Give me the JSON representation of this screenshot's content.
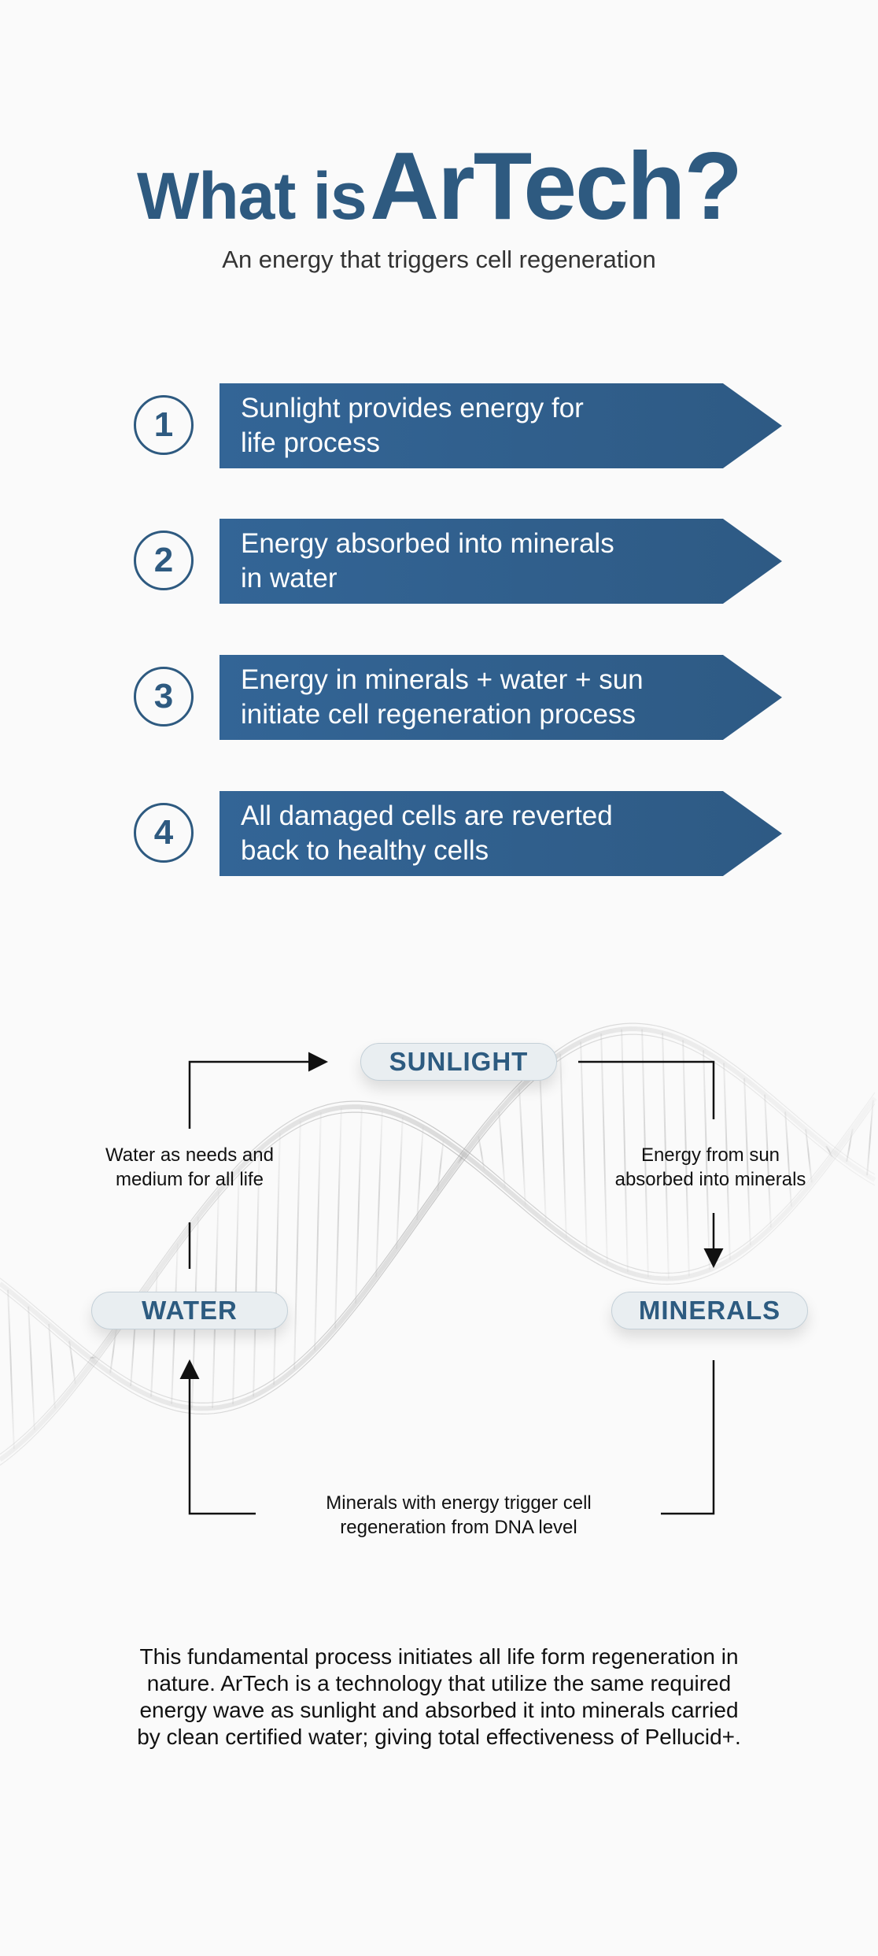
{
  "header": {
    "title_prefix": "What is",
    "title_brand": "ArTech?",
    "subtitle": "An energy that triggers cell regeneration"
  },
  "steps": [
    {
      "number": "1",
      "lines": [
        "Sunlight provides energy for",
        "life process"
      ]
    },
    {
      "number": "2",
      "lines": [
        "Energy absorbed into minerals",
        "in water"
      ]
    },
    {
      "number": "3",
      "lines": [
        "Energy in minerals + water + sun",
        "initiate cell regeneration process"
      ]
    },
    {
      "number": "4",
      "lines": [
        "All damaged cells are reverted",
        "back to healthy cells"
      ]
    }
  ],
  "diagram": {
    "nodes": {
      "sunlight": "SUNLIGHT",
      "water": "WATER",
      "minerals": "MINERALS"
    },
    "labels": {
      "water_to_sunlight": [
        "Water as needs and",
        "medium for all life"
      ],
      "sunlight_to_minerals": [
        "Energy from sun",
        "absorbed into minerals"
      ],
      "minerals_to_water": [
        "Minerals with energy trigger cell",
        "regeneration from DNA level"
      ]
    }
  },
  "footer": {
    "paragraph": [
      "This fundamental process initiates all life form regeneration in",
      "nature. ArTech is a technology that utilize the same required",
      "energy wave as sunlight and absorbed it into minerals carried",
      "by clean certified water; giving total effectiveness of Pellucid+."
    ]
  },
  "colors": {
    "brand": "#2e5a80",
    "banner": "#336596",
    "background": "#fafafa"
  }
}
